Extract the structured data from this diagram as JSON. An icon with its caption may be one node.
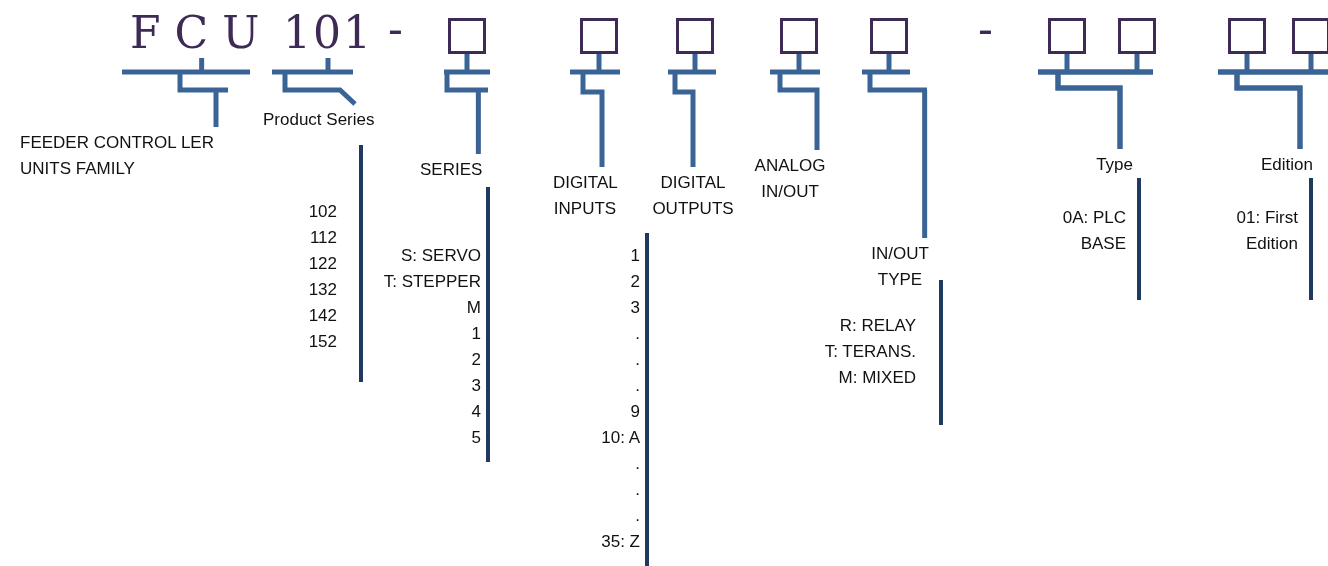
{
  "diagram": {
    "nodes": [
      {
        "text": [
          "FCU"
        ]
      },
      {
        "text": [
          "101"
        ]
      },
      {
        "text": [],
        "shape": "box"
      },
      {
        "text": [],
        "shape": "box"
      },
      {
        "text": [],
        "shape": "box"
      },
      {
        "text": [],
        "shape": "box"
      },
      {
        "text": [],
        "shape": "box"
      },
      {
        "text": [],
        "shape": "box"
      },
      {
        "text": [],
        "shape": "box"
      },
      {
        "text": [],
        "shape": "box"
      },
      {
        "text": [],
        "shape": "box"
      },
      {
        "text": [
          "FEEDER CONTROL LER UNITS FAMILY"
        ]
      },
      {
        "text": [
          "Product Series"
        ]
      },
      {
        "text": [
          "SERIES"
        ]
      },
      {
        "text": [
          "DIGITAL INPUTS"
        ]
      },
      {
        "text": [
          "DIGITAL OUTPUTS"
        ]
      },
      {
        "text": [
          "ANALOG IN/OUT"
        ]
      },
      {
        "text": [
          "IN/OUT TYPE"
        ]
      },
      {
        "text": [
          "Type"
        ]
      },
      {
        "text": [
          "Edition"
        ]
      }
    ],
    "edges": [
      {
        "from": 0,
        "to": 11,
        "arrow": "none"
      },
      {
        "from": 1,
        "to": 12,
        "arrow": "none"
      },
      {
        "from": 2,
        "to": 13,
        "arrow": "none"
      },
      {
        "from": 3,
        "to": 14,
        "arrow": "none"
      },
      {
        "from": 4,
        "to": 15,
        "arrow": "none"
      },
      {
        "from": 5,
        "to": 16,
        "arrow": "none"
      },
      {
        "from": 6,
        "to": 17,
        "arrow": "none"
      },
      {
        "from": 7,
        "to": 18,
        "arrow": "none"
      },
      {
        "from": 8,
        "to": 18,
        "arrow": "none"
      },
      {
        "from": 9,
        "to": 19,
        "arrow": "none"
      },
      {
        "from": 10,
        "to": 19,
        "arrow": "none"
      }
    ],
    "labels": [
      "-",
      "-",
      "102",
      "112",
      "122",
      "132",
      "142",
      "152",
      "S: SERVO",
      "T: STEPPER",
      "M",
      "1",
      "2",
      "3",
      "4",
      "5",
      "1",
      "2",
      "3",
      ".",
      ".",
      ".",
      "9",
      "10: A",
      ".",
      ".",
      ".",
      "35: Z",
      "R: RELAY",
      "T: TERANS.",
      "M: MIXED",
      "0A: PLC BASE",
      "01: First Edition"
    ]
  }
}
